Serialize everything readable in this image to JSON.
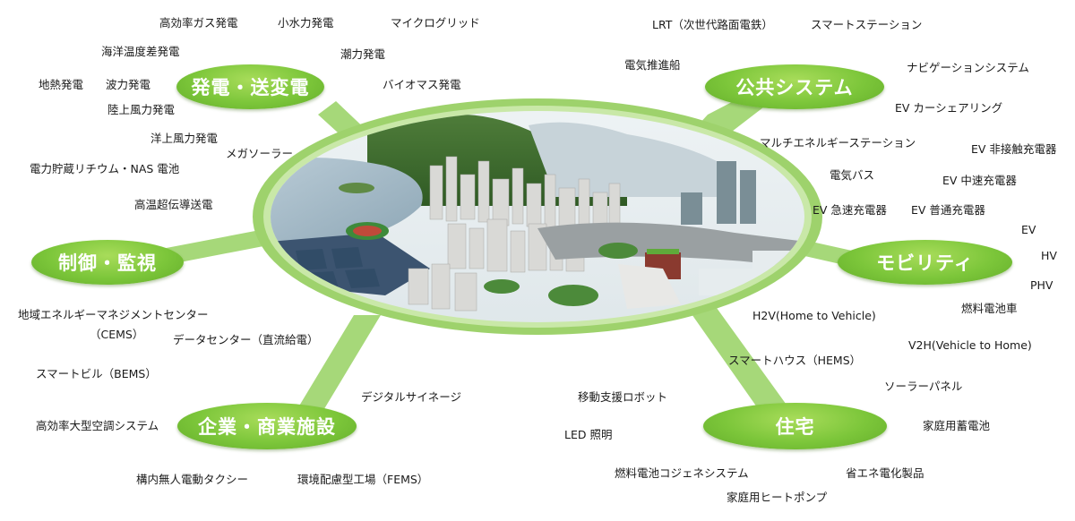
{
  "colors": {
    "ring": "#8fcc5a",
    "spoke": "#8fcc5a",
    "category_fill": "#7cc63a",
    "category_text": "#ffffff",
    "item_text": "#1a1a1a"
  },
  "categories": {
    "power": "発電・送変電",
    "public": "公共システム",
    "control": "制御・監視",
    "mobility": "モビリティ",
    "business": "企業・商業施設",
    "housing": "住宅"
  },
  "items": {
    "power": {
      "gas": "高効率ガス発電",
      "hydro": "小水力発電",
      "microgrid": "マイクログリッド",
      "ocean_thermal": "海洋温度差発電",
      "tidal": "潮力発電",
      "geothermal": "地熱発電",
      "wave": "波力発電",
      "biomass": "バイオマス発電",
      "onshore_wind": "陸上風力発電",
      "offshore_wind": "洋上風力発電",
      "solar": "メガソーラー",
      "storage": "電力貯蔵リチウム・NAS 電池",
      "superconduct": "高温超伝導送電"
    },
    "public": {
      "lrt": "LRT（次世代路面電鉄）",
      "station": "スマートステーション",
      "ship": "電気推進船",
      "navi": "ナビゲーションシステム",
      "carshare": "EV カーシェアリング",
      "multi_station": "マルチエネルギーステーション",
      "ev_wireless": "EV 非接触充電器",
      "e_bus": "電気バス",
      "ev_mid": "EV 中速充電器",
      "ev_quick": "EV 急速充電器",
      "ev_normal": "EV 普通充電器"
    },
    "mobility": {
      "ev": "EV",
      "hv": "HV",
      "phv": "PHV",
      "fcv": "燃料電池車",
      "h2v": "H2V(Home to Vehicle)",
      "v2h": "V2H(Vehicle to Home)"
    },
    "control": {
      "cems": "地域エネルギーマネジメントセンター",
      "cems_abbr": "（CEMS）",
      "datacenter": "データセンター（直流給電）"
    },
    "business": {
      "bems": "スマートビル（BEMS）",
      "hvac": "高効率大型空調システム",
      "signage": "デジタルサイネージ",
      "taxi": "構内無人電動タクシー",
      "fems": "環境配慮型工場（FEMS）"
    },
    "housing": {
      "hems": "スマートハウス（HEMS）",
      "solar_panel": "ソーラーパネル",
      "robot": "移動支援ロボット",
      "battery": "家庭用蓄電池",
      "led": "LED 照明",
      "fuel_cell": "燃料電池コジェネシステム",
      "appliance": "省エネ電化製品",
      "heatpump": "家庭用ヒートポンプ"
    }
  }
}
